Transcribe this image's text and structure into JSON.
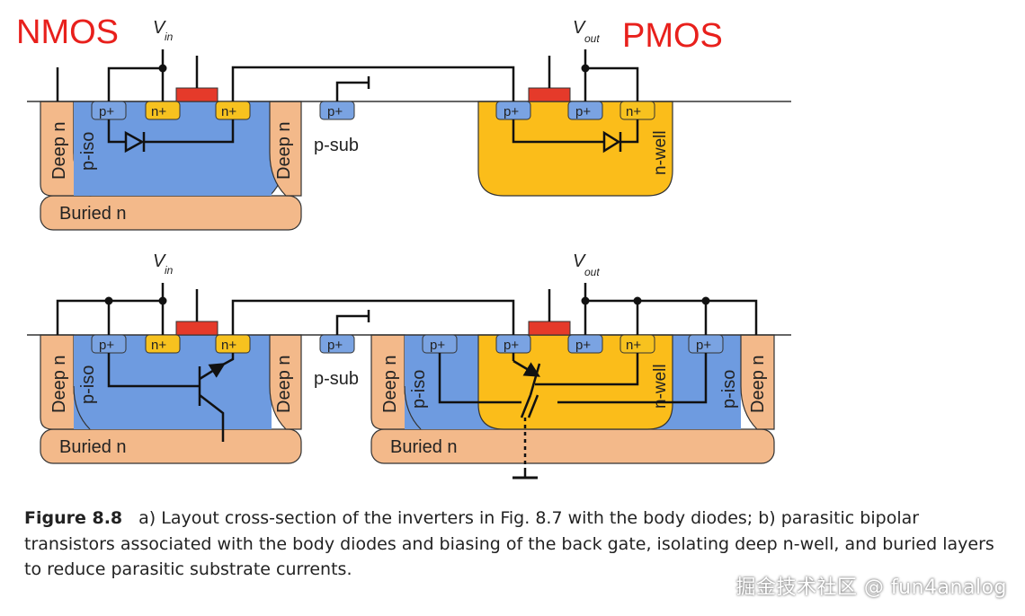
{
  "diagram": {
    "labels": {
      "nmos": "NMOS",
      "pmos": "PMOS",
      "vin": "V",
      "vin_sub": "in",
      "vout": "V",
      "vout_sub": "out",
      "p_plus": "p+",
      "n_plus": "n+",
      "deep_n": "Deep n",
      "p_iso": "p-iso",
      "p_sub": "p-sub",
      "n_well": "n-well",
      "buried_n": "Buried n"
    },
    "colors": {
      "title_red": "#e8201c",
      "gate_red": "#e53a2a",
      "p_region_blue": "#6e9be0",
      "n_well_yellow": "#fbbd1a",
      "deep_n_peach": "#f3b98a",
      "n_plus_yellow": "#f7c21f",
      "p_plus_blue": "#7aa3e2",
      "wire": "#111111"
    }
  },
  "caption": {
    "figure_label": "Figure 8.8",
    "text": "a) Layout cross-section of the inverters in Fig. 8.7 with the body diodes; b) parasitic bipolar transistors associated with the body diodes and biasing of the back gate, isolating deep n-well, and buried layers to reduce parasitic substrate currents."
  },
  "watermark": "掘金技术社区 @ fun4analog"
}
